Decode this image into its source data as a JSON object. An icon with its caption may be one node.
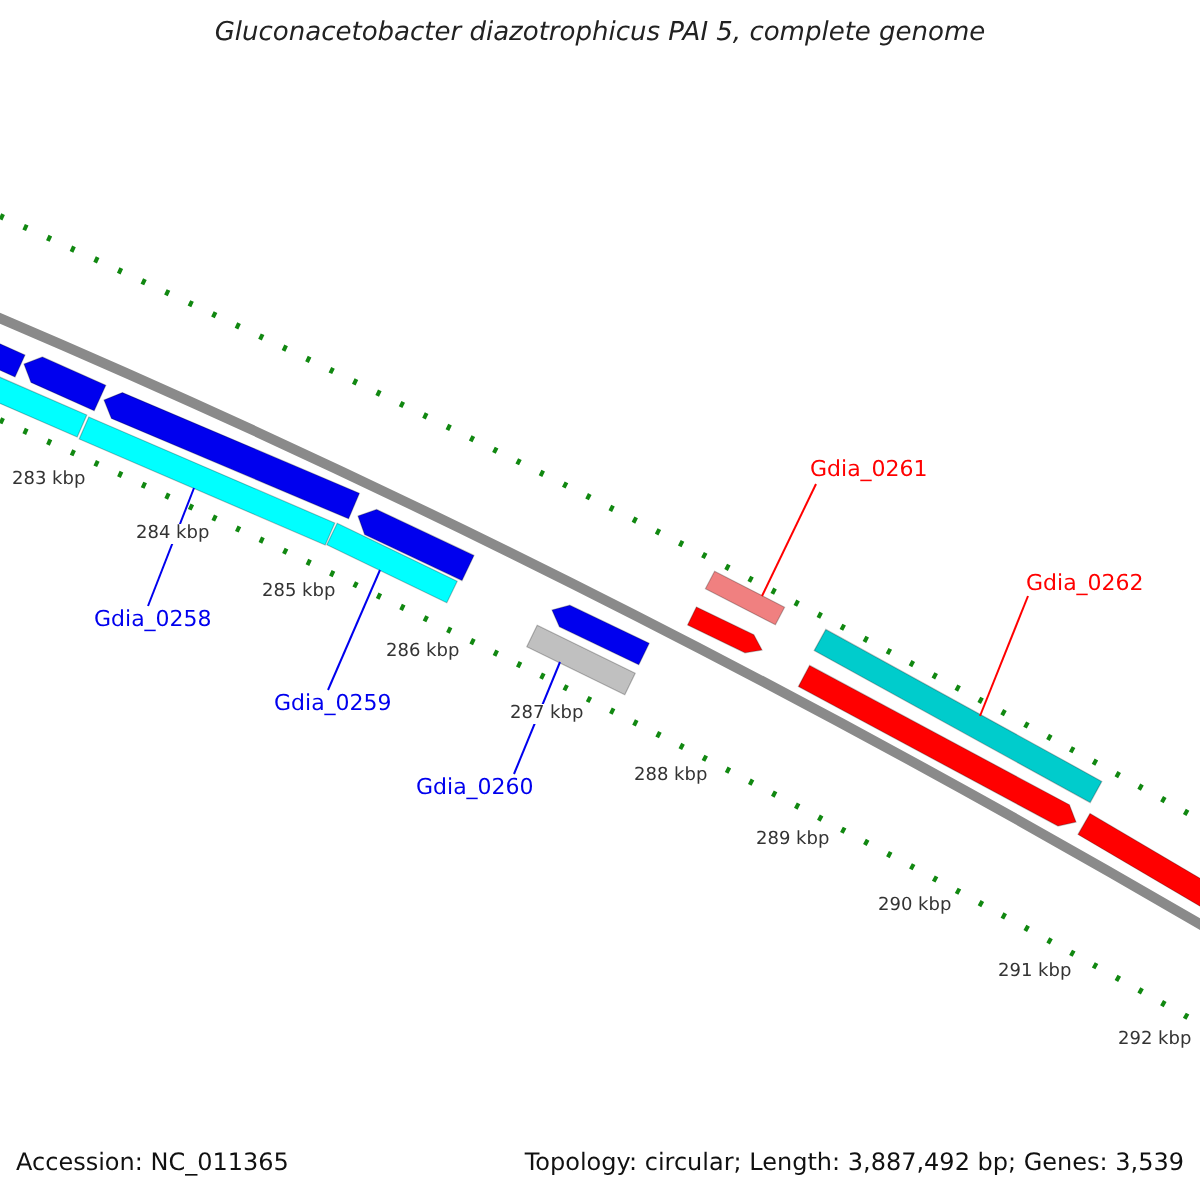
{
  "diagram": {
    "title": "Gluconacetobacter diazotrophicus PAI 5, complete genome",
    "nodes": [
      {
        "text": [
          "Gdia_0258"
        ]
      },
      {
        "text": [
          "Gdia_0259"
        ]
      },
      {
        "text": [
          "Gdia_0260"
        ]
      },
      {
        "text": [
          "Gdia_0261"
        ]
      },
      {
        "text": [
          "Gdia_0262"
        ]
      },
      {
        "text": [],
        "shape": "bar"
      },
      {
        "text": [],
        "shape": "bar"
      },
      {
        "text": [],
        "shape": "bar"
      },
      {
        "text": [],
        "shape": "bar"
      },
      {
        "text": [],
        "shape": "bar"
      },
      {
        "text": [],
        "shape": "bar"
      },
      {
        "text": [],
        "shape": "bar"
      },
      {
        "text": [],
        "shape": "bar"
      },
      {
        "text": [],
        "shape": "bar"
      },
      {
        "text": [],
        "shape": "bar"
      },
      {
        "text": [],
        "shape": "bar"
      },
      {
        "text": [],
        "shape": "bar"
      },
      {
        "text": [],
        "shape": "bar"
      },
      {
        "text": [],
        "shape": "bar"
      }
    ],
    "edges": [
      {
        "from": 0,
        "to": 8,
        "arrow": "none"
      },
      {
        "from": 1,
        "to": 10,
        "arrow": "none"
      },
      {
        "from": 2,
        "to": 12,
        "arrow": "none"
      },
      {
        "from": 3,
        "to": 15,
        "arrow": "none",
        "color": "#ff0000"
      },
      {
        "from": 4,
        "to": 17,
        "arrow": "none",
        "color": "#ff0000"
      }
    ],
    "labels": [
      "283 kbp",
      "284 kbp",
      "285 kbp",
      "286 kbp",
      "287 kbp",
      "288 kbp",
      "289 kbp",
      "290 kbp",
      "291 kbp",
      "292 kbp",
      "Accession: NC_011365",
      "Topology: circular; Length: 3,887,492 bp; Genes: 3,539"
    ]
  }
}
